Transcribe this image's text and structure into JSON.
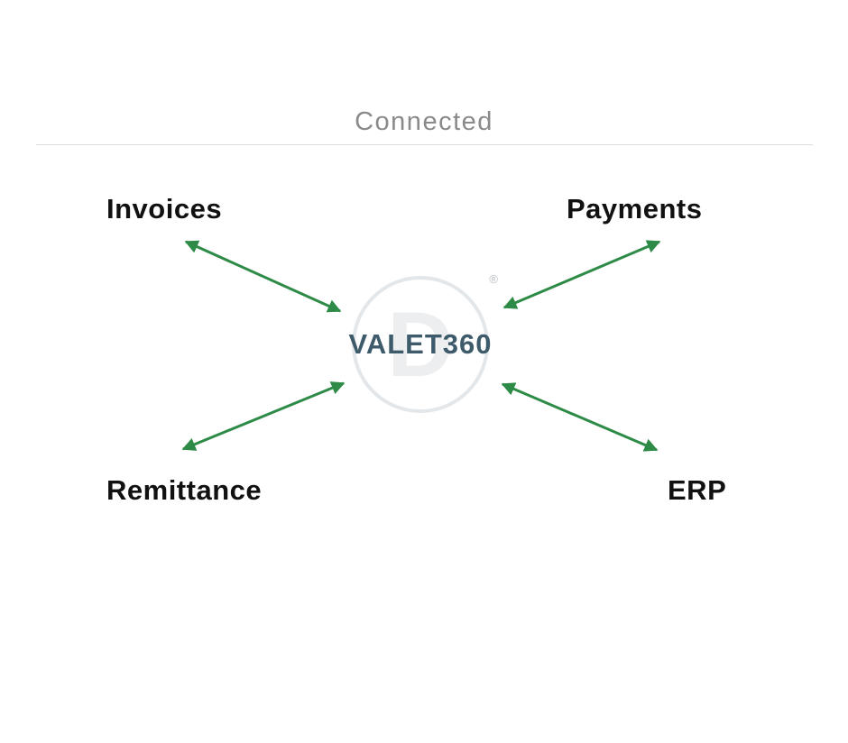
{
  "header": {
    "title": "Connected"
  },
  "diagram": {
    "center": {
      "label": "VALET360",
      "registered_mark": "®",
      "watermark_letter": "D"
    },
    "nodes": [
      {
        "id": "invoices",
        "label": "Invoices",
        "position": "top-left"
      },
      {
        "id": "payments",
        "label": "Payments",
        "position": "top-right"
      },
      {
        "id": "remittance",
        "label": "Remittance",
        "position": "bottom-left"
      },
      {
        "id": "erp",
        "label": "ERP",
        "position": "bottom-right"
      }
    ],
    "connections": [
      {
        "from": "invoices",
        "to": "center",
        "bidirectional": true
      },
      {
        "from": "payments",
        "to": "center",
        "bidirectional": true
      },
      {
        "from": "remittance",
        "to": "center",
        "bidirectional": true
      },
      {
        "from": "erp",
        "to": "center",
        "bidirectional": true
      }
    ],
    "colors": {
      "arrow_green": "#2e8b47",
      "center_text": "#3e5b6b",
      "label_text": "#111111",
      "title_gray": "#8a8a8a",
      "divider": "#dedede",
      "circle_border": "#e4e7ea"
    }
  }
}
